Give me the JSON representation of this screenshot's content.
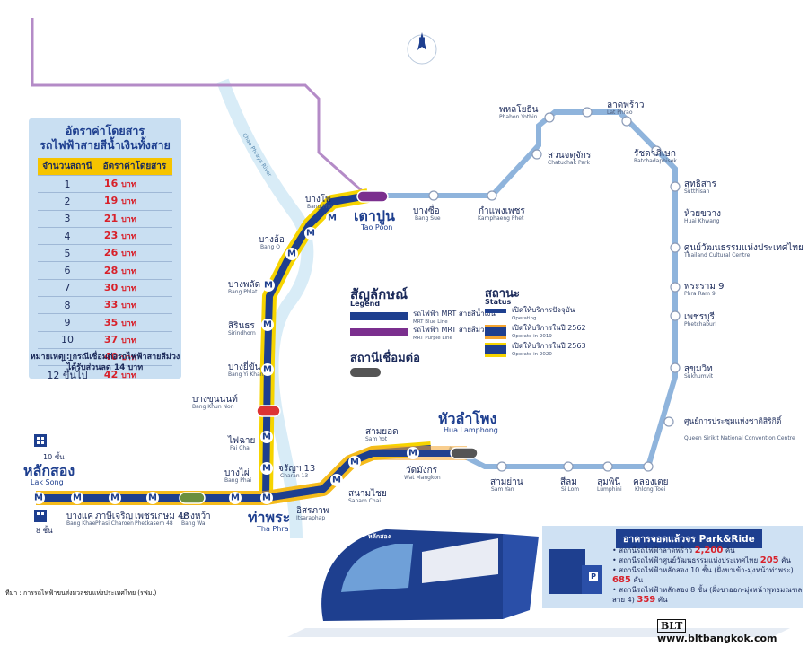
{
  "fare_table": {
    "title_line1": "อัตราค่าโดยสาร",
    "title_line2": "รถไฟฟ้าสายสีน้ำเงินทั้งสาย",
    "col_stations": "จำนวนสถานี",
    "col_fare": "อัตราค่าโดยสาร",
    "rows": [
      {
        "n": "1",
        "fare": "16",
        "unit": "บาท"
      },
      {
        "n": "2",
        "fare": "19",
        "unit": "บาท"
      },
      {
        "n": "3",
        "fare": "21",
        "unit": "บาท"
      },
      {
        "n": "4",
        "fare": "23",
        "unit": "บาท"
      },
      {
        "n": "5",
        "fare": "26",
        "unit": "บาท"
      },
      {
        "n": "6",
        "fare": "28",
        "unit": "บาท"
      },
      {
        "n": "7",
        "fare": "30",
        "unit": "บาท"
      },
      {
        "n": "8",
        "fare": "33",
        "unit": "บาท"
      },
      {
        "n": "9",
        "fare": "35",
        "unit": "บาท"
      },
      {
        "n": "10",
        "fare": "37",
        "unit": "บาท"
      },
      {
        "n": "11",
        "fare": "40",
        "unit": "บาท"
      },
      {
        "n": "12 ขึ้นไป",
        "fare": "42",
        "unit": "บาท"
      }
    ],
    "footnote_line1": "หมายเหตุ : กรณีเชื่อมต่อรถไฟฟ้าสายสีม่วง",
    "footnote_line2": "ได้รับส่วนลด 14 บาท"
  },
  "legend": {
    "title": "สัญลักษณ์",
    "title_en": "Legend",
    "blue_th": "รถไฟฟ้า MRT สายสีน้ำเงิน",
    "blue_en": "MRT Blue Line",
    "purple_th": "รถไฟฟ้า MRT สายสีม่วง",
    "purple_en": "MRT Purple Line",
    "interchange": "สถานีเชื่อมต่อ",
    "status_title": "สถานะ",
    "status_en": "Status",
    "status_items": [
      {
        "th": "เปิดให้บริการปัจจุบัน",
        "en": "Operating"
      },
      {
        "th": "เปิดให้บริการในปี 2562",
        "en": "Operate in 2019"
      },
      {
        "th": "เปิดให้บริการในปี 2563",
        "en": "Operate in 2020"
      }
    ],
    "colors": {
      "blue": "#1e3f8f",
      "purple": "#7b2f8e",
      "yellow": "#f6d400",
      "orange": "#f4a531"
    }
  },
  "stations": {
    "tao_poon": {
      "th": "เตาปูน",
      "en": "Tao Poon"
    },
    "hua_lamphong": {
      "th": "หัวลำโพง",
      "en": "Hua Lamphong"
    },
    "lak_song": {
      "th": "หลักสอง",
      "en": "Lak Song"
    },
    "tha_phra": {
      "th": "ท่าพระ",
      "en": "Tha Phra"
    },
    "bang_sue": {
      "th": "บางซื่อ",
      "en": "Bang Sue"
    },
    "kamphaeng_phet": {
      "th": "กำแพงเพชร",
      "en": "Kamphaeng Phet"
    },
    "chatuchak": {
      "th": "สวนจตุจักร",
      "en": "Chatuchak Park"
    },
    "phahon": {
      "th": "พหลโยธิน",
      "en": "Phahon Yothin"
    },
    "lat_phrao": {
      "th": "ลาดพร้าว",
      "en": "Lat Phrao"
    },
    "ratchada": {
      "th": "รัชดาภิเษก",
      "en": "Ratchadaphisek"
    },
    "sutthisan": {
      "th": "สุทธิสาร",
      "en": "Sutthisan"
    },
    "huai_khwang": {
      "th": "ห้วยขวาง",
      "en": "Huai Khwang"
    },
    "cultural": {
      "th": "ศูนย์วัฒนธรรมแห่งประเทศไทย",
      "en": "Thailand Cultural Centre"
    },
    "rama9": {
      "th": "พระราม 9",
      "en": "Phra Ram 9"
    },
    "phetchaburi": {
      "th": "เพชรบุรี",
      "en": "Phetchaburi"
    },
    "sukhumvit": {
      "th": "สุขุมวิท",
      "en": "Sukhumvit"
    },
    "qsncc": {
      "th": "ศูนย์การประชุมแห่งชาติสิริกิติ์",
      "en": "Queen Sirikit National Convention Centre"
    },
    "khlong_toei": {
      "th": "คลองเตย",
      "en": "Khlong Toei"
    },
    "lumphini": {
      "th": "ลุมพินี",
      "en": "Lumphini"
    },
    "si_lom": {
      "th": "สีลม",
      "en": "Si Lom"
    },
    "sam_yan": {
      "th": "สามย่าน",
      "en": "Sam Yan"
    },
    "wat_mangkon": {
      "th": "วัดมังกร",
      "en": "Wat Mangkon"
    },
    "sam_yot": {
      "th": "สามยอด",
      "en": "Sam Yot"
    },
    "sanam_chai": {
      "th": "สนามไชย",
      "en": "Sanam Chai"
    },
    "itsaraphap": {
      "th": "อิสรภาพ",
      "en": "Itsaraphap"
    },
    "charan13": {
      "th": "จรัญฯ 13",
      "en": "Charan 13"
    },
    "bang_phai": {
      "th": "บางไผ่",
      "en": "Bang Phai"
    },
    "bang_wa": {
      "th": "บางหว้า",
      "en": "Bang Wa"
    },
    "phetkasem48": {
      "th": "เพชรเกษม 48",
      "en": "Phetkasem 48"
    },
    "phasi_charoen": {
      "th": "ภาษีเจริญ",
      "en": "Phasi Charoen"
    },
    "bang_khae": {
      "th": "บางแค",
      "en": "Bang Khae"
    },
    "fai_chai": {
      "th": "ไฟฉาย",
      "en": "Fai Chai"
    },
    "bang_khun_non": {
      "th": "บางขุนนนท์",
      "en": "Bang Khun Non"
    },
    "bang_yi_khan": {
      "th": "บางยี่ขัน",
      "en": "Bang Yi Khan"
    },
    "sirindhorn": {
      "th": "สิรินธร",
      "en": "Sirindhorn"
    },
    "bang_phlat": {
      "th": "บางพลัด",
      "en": "Bang Phlat"
    },
    "bang_o": {
      "th": "บางอ้อ",
      "en": "Bang O"
    },
    "bang_pho": {
      "th": "บางโพ",
      "en": "Bang Pho"
    }
  },
  "park_ride": {
    "title": "อาคารจอดแล้วจร Park&Ride",
    "items": [
      {
        "text": "สถานีรถไฟฟ้าลาดพร้าว",
        "value": "2,200",
        "unit": "คัน"
      },
      {
        "text": "สถานีรถไฟฟ้าศูนย์วัฒนธรรมแห่งประเทศไทย",
        "value": "205",
        "unit": "คัน"
      },
      {
        "text": "สถานีรถไฟฟ้าหลักสอง 10 ชั้น (ฝั่งขาเข้า-มุ่งหน้าท่าพระ)",
        "value": "685",
        "unit": "คัน"
      },
      {
        "text": "สถานีรถไฟฟ้าหลักสอง 8 ชั้น (ฝั่งขาออก-มุ่งหน้าพุทธมณฑลสาย 4)",
        "value": "359",
        "unit": "คัน"
      }
    ]
  },
  "labels": {
    "lak_song_10": "10 ชั้น",
    "lak_song_8": "8 ชั้น",
    "river_en": "Chao Phraya River",
    "train_sign": "หลักสอง",
    "footnote": "ที่มา : การรถไฟฟ้าขนส่งมวลชนแห่งประเทศไทย (รฟม.)",
    "brand_logo": "BLT",
    "brand_url": "www.bltbangkok.com",
    "compass": "N",
    "station_letter": "M"
  }
}
